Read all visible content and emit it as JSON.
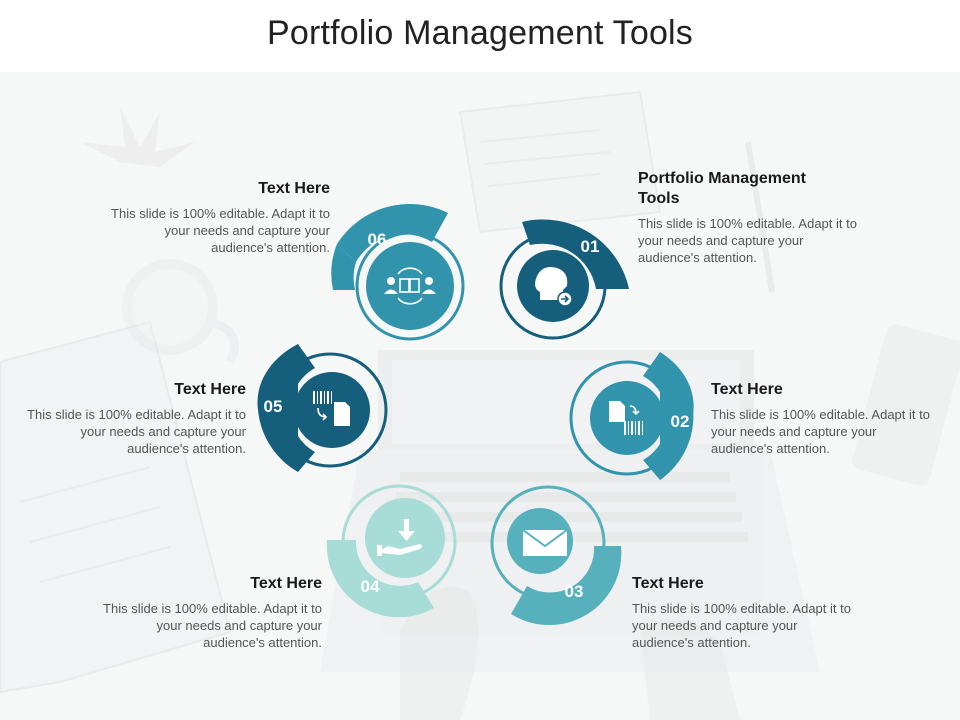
{
  "title": "Portfolio Management Tools",
  "colors": {
    "dark": "#155f7c",
    "medium": "#3194ac",
    "teal": "#56b1bd",
    "light": "#a7dcd7"
  },
  "items": [
    {
      "number": "01",
      "heading": "Portfolio Management Tools",
      "text": "This slide is 100% editable. Adapt it to your needs and capture your audience's attention.",
      "icon": "head-arrow-icon"
    },
    {
      "number": "02",
      "heading": "Text Here",
      "text": "This slide is 100% editable. Adapt it to your needs and capture your audience's attention.",
      "icon": "document-barcode-icon"
    },
    {
      "number": "03",
      "heading": "Text Here",
      "text": "This slide is 100% editable. Adapt it to your needs and capture your audience's attention.",
      "icon": "envelope-icon"
    },
    {
      "number": "04",
      "heading": "Text Here",
      "text": "This slide is 100% editable. Adapt it to your needs and capture your audience's attention.",
      "icon": "hand-download-icon"
    },
    {
      "number": "05",
      "heading": "Text Here",
      "text": "This slide is 100% editable. Adapt it to your needs and capture your audience's attention.",
      "icon": "barcode-document-icon"
    },
    {
      "number": "06",
      "heading": "Text Here",
      "text": "This slide is 100% editable. Adapt it to your needs and capture your audience's attention.",
      "icon": "people-book-icon"
    }
  ]
}
